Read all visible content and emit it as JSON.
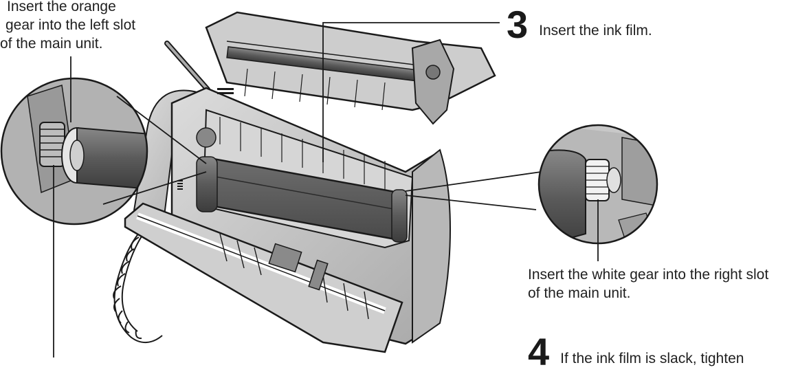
{
  "callout_left": {
    "lines": [
      "Insert the orange",
      "gear into the left slot",
      "of the main unit."
    ]
  },
  "step3": {
    "number": "3",
    "text": "Insert the ink film."
  },
  "callout_right": {
    "lines": [
      "Insert the white gear into the right slot",
      "of the main unit."
    ]
  },
  "step4": {
    "number": "4",
    "text": "If the ink film is slack, tighten"
  },
  "colors": {
    "ink_film": "#555555",
    "machine_body": "#c8c8c8",
    "machine_outline": "#1a1a1a",
    "roller_dark": "#6a6a6a",
    "zoom_circle_bg": "#bdbdbd",
    "callout_line": "#1a1a1a"
  }
}
